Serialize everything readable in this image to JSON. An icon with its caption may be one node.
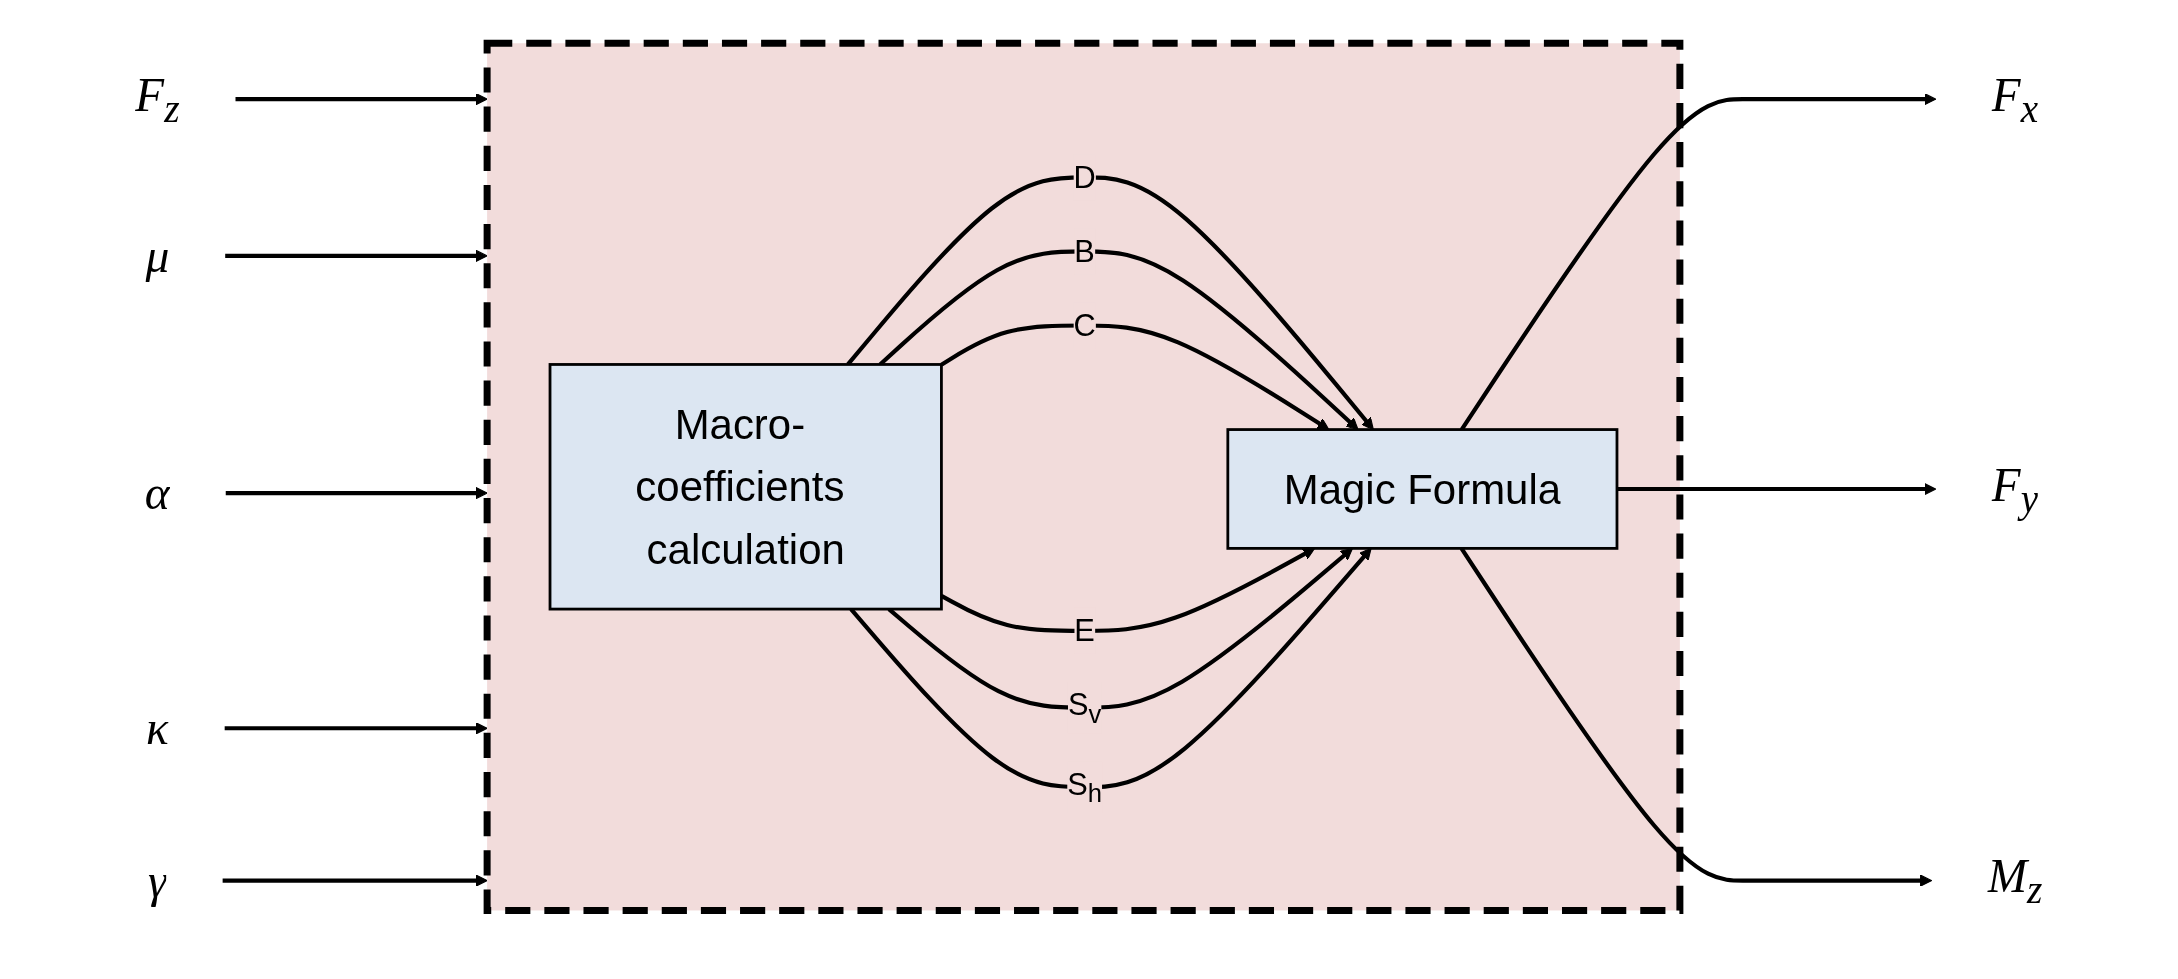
{
  "diagram": {
    "nodes": [
      {
        "text": [],
        "shape": "box"
      },
      {
        "text": [
          "Macro- coefficients calculation"
        ],
        "in": 0
      },
      {
        "text": [
          "Magic Formula"
        ],
        "in": 0
      },
      {
        "text": [
          "F$_{z}$"
        ]
      },
      {
        "text": [
          "μ"
        ]
      },
      {
        "text": [
          "α"
        ]
      },
      {
        "text": [
          "κ"
        ]
      },
      {
        "text": [
          "γ"
        ]
      },
      {
        "text": [
          "F$_{x}$"
        ]
      },
      {
        "text": [
          "F$_{y}$"
        ]
      },
      {
        "text": [
          "M$_{z}$"
        ]
      }
    ],
    "edges": [
      {
        "from": 3,
        "to": 0,
        "arrow": "to"
      },
      {
        "from": 4,
        "to": 0,
        "arrow": "to"
      },
      {
        "from": 5,
        "to": 0,
        "arrow": "to"
      },
      {
        "from": 6,
        "to": 0,
        "arrow": "to"
      },
      {
        "from": 7,
        "to": 0,
        "arrow": "to"
      },
      {
        "from": 1,
        "to": 2,
        "arrow": "to",
        "label": "D"
      },
      {
        "from": 1,
        "to": 2,
        "arrow": "to",
        "label": "B"
      },
      {
        "from": 1,
        "to": 2,
        "arrow": "to",
        "label": "C"
      },
      {
        "from": 1,
        "to": 2,
        "arrow": "to",
        "label": "E"
      },
      {
        "from": 1,
        "to": 2,
        "arrow": "to",
        "label": "S$_{v}$"
      },
      {
        "from": 1,
        "to": 2,
        "arrow": "to",
        "label": "S$_{h}$"
      },
      {
        "from": 2,
        "to": 8,
        "arrow": "to"
      },
      {
        "from": 2,
        "to": 9,
        "arrow": "to"
      },
      {
        "from": 2,
        "to": 10,
        "arrow": "to"
      }
    ]
  }
}
